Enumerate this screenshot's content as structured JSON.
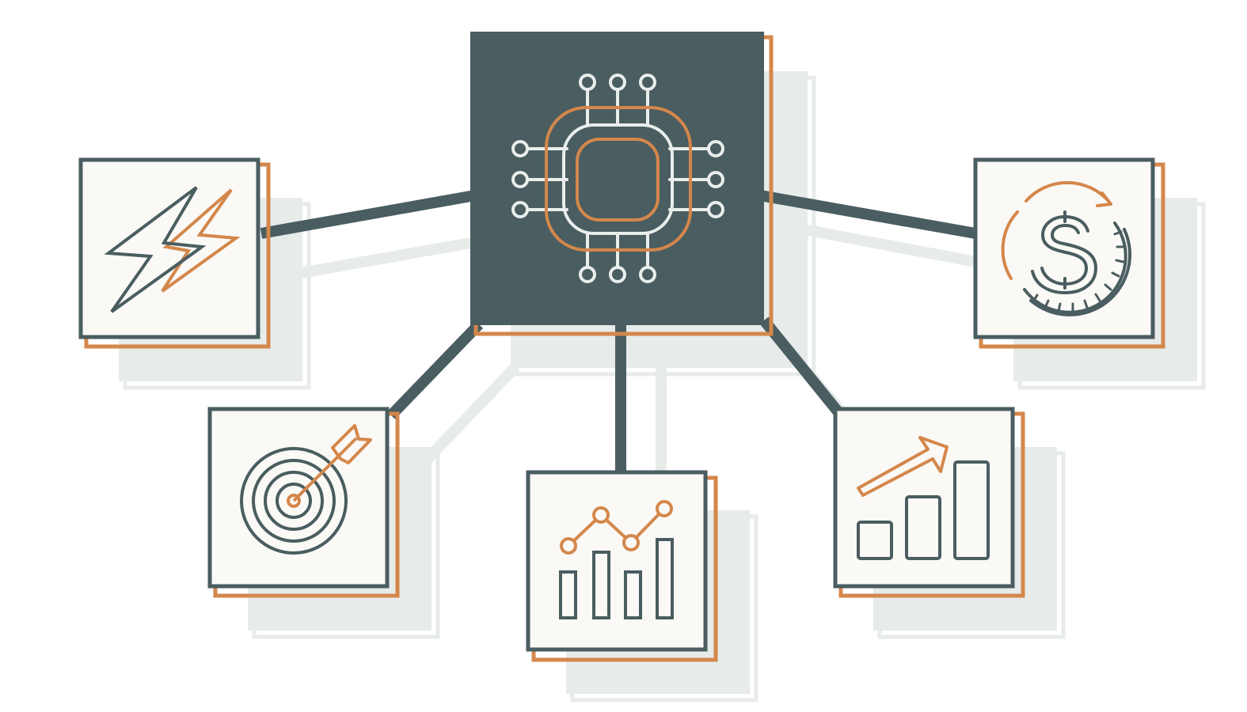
{
  "colors": {
    "background": "#ffffff",
    "dark": "#4a5d60",
    "orange": "#d4874b",
    "ghost": "#e7ebea",
    "ghost_outline": "#e2e7e6",
    "card_fill": "#faf9f6",
    "chip_line": "#e9eeed"
  },
  "diagram": {
    "hub": {
      "icon": "microchip-icon"
    },
    "nodes": [
      {
        "id": "energy",
        "icon": "lightning-bolt-icon"
      },
      {
        "id": "target",
        "icon": "target-arrow-icon"
      },
      {
        "id": "analytics",
        "icon": "line-bar-chart-icon"
      },
      {
        "id": "growth",
        "icon": "growth-bar-chart-icon"
      },
      {
        "id": "revenue",
        "icon": "dollar-cycle-icon"
      }
    ],
    "connections": [
      {
        "from": "hub",
        "to": "energy"
      },
      {
        "from": "hub",
        "to": "target"
      },
      {
        "from": "hub",
        "to": "analytics"
      },
      {
        "from": "hub",
        "to": "growth"
      },
      {
        "from": "hub",
        "to": "revenue"
      }
    ]
  }
}
